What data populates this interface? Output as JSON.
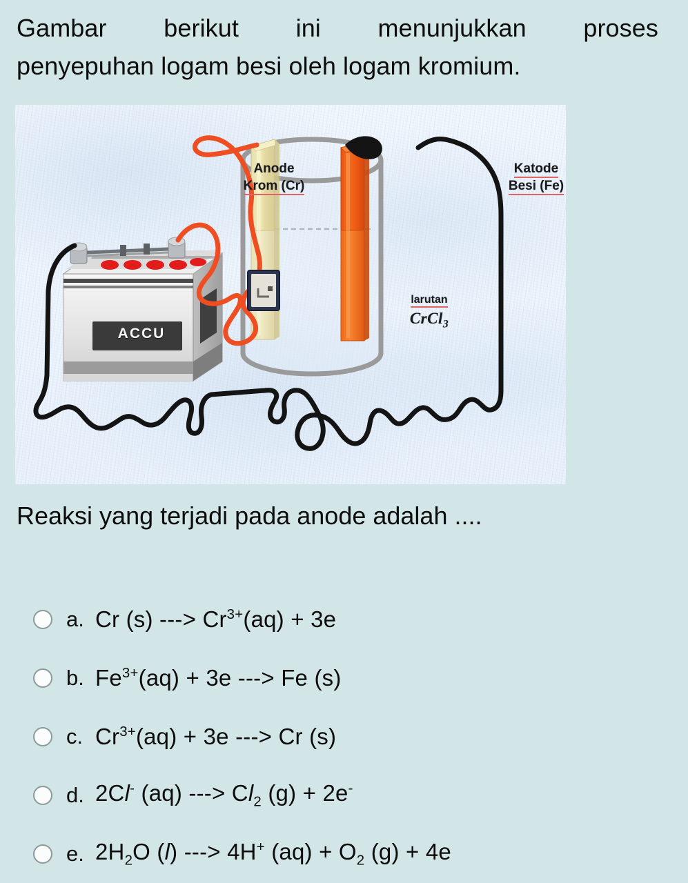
{
  "question": {
    "stem_line1": "Gambar berikut ini menunjukkan proses",
    "stem_line2": "penyepuhan logam besi oleh logam kromium.",
    "prompt": "Reaksi yang terjadi pada anode adalah ...."
  },
  "figure": {
    "alt": "Diagram proses penyepuhan elektrolisis dengan accu, anode krom dan katode besi dalam larutan CrCl3",
    "labels": {
      "anode_line1": "Anode",
      "anode_line2": "Krom (Cr)",
      "katode_line1": "Katode",
      "katode_line2": "Besi (Fe)",
      "solution_word": "larutan",
      "solution_formula": "CrCl",
      "solution_formula_sub": "3",
      "battery": "ACCU"
    },
    "colors": {
      "anode_rod": "#e8dfa0",
      "cathode_rod": "#ef6a1b",
      "wire_positive": "#ef4e22",
      "wire_negative": "#111111",
      "beaker_outline": "#9a9a9a",
      "battery_body": "#e8e8e8",
      "battery_label": "#3a3a3a",
      "cell_caps": "#e21b1b",
      "paper_bg": "#eef5fc"
    }
  },
  "options": [
    {
      "letter": "a.",
      "parts": [
        {
          "t": "Cr (s) ---> Cr",
          "k": "plain"
        },
        {
          "t": "3+",
          "k": "sup"
        },
        {
          "t": "(aq) + 3e",
          "k": "plain"
        }
      ],
      "plain": "Cr (s) ---> Cr3+(aq) + 3e"
    },
    {
      "letter": "b.",
      "parts": [
        {
          "t": "Fe",
          "k": "plain"
        },
        {
          "t": "3+",
          "k": "sup"
        },
        {
          "t": "(aq) + 3e ---> Fe (s)",
          "k": "plain"
        }
      ],
      "plain": "Fe3+(aq) + 3e ---> Fe (s)"
    },
    {
      "letter": "c.",
      "parts": [
        {
          "t": "Cr",
          "k": "plain"
        },
        {
          "t": "3+",
          "k": "sup"
        },
        {
          "t": "(aq) + 3e ---> Cr (s)",
          "k": "plain"
        }
      ],
      "plain": "Cr3+(aq) + 3e ---> Cr (s)"
    },
    {
      "letter": "d.",
      "parts": [
        {
          "t": "2C",
          "k": "plain"
        },
        {
          "t": "l",
          "k": "ital"
        },
        {
          "t": "-",
          "k": "sup"
        },
        {
          "t": " (aq) ---> C",
          "k": "plain"
        },
        {
          "t": "l",
          "k": "ital"
        },
        {
          "t": "2",
          "k": "sub"
        },
        {
          "t": " (g)  + 2e",
          "k": "plain"
        },
        {
          "t": "-",
          "k": "sup"
        }
      ],
      "plain": "2Cl- (aq) ---> Cl2 (g)  + 2e-"
    },
    {
      "letter": "e.",
      "parts": [
        {
          "t": "2H",
          "k": "plain"
        },
        {
          "t": "2",
          "k": "sub"
        },
        {
          "t": "O (",
          "k": "plain"
        },
        {
          "t": "l",
          "k": "ital"
        },
        {
          "t": ") ---> 4H",
          "k": "plain"
        },
        {
          "t": "+",
          "k": "sup"
        },
        {
          "t": " (aq) + O",
          "k": "plain"
        },
        {
          "t": "2",
          "k": "sub"
        },
        {
          "t": " (g) + 4e",
          "k": "plain"
        }
      ],
      "plain": "2H2O (l) ---> 4H+ (aq) + O2 (g) + 4e"
    }
  ]
}
